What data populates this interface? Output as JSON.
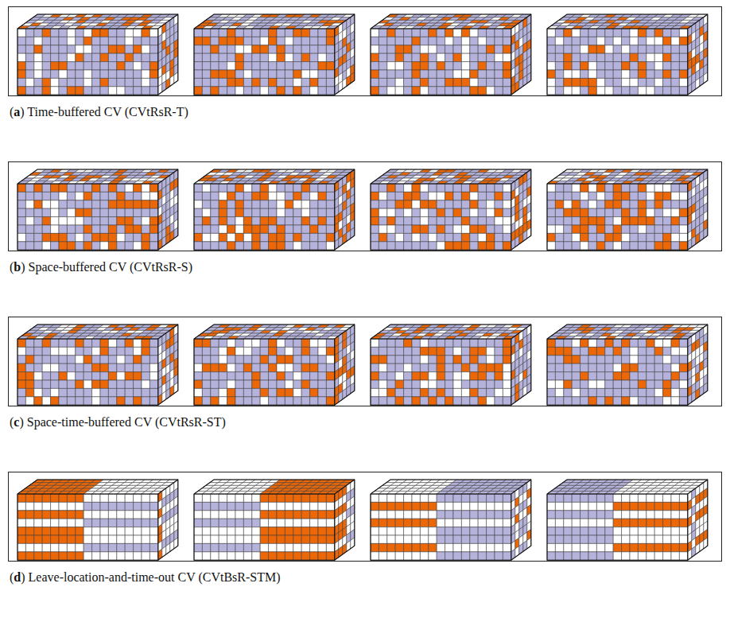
{
  "diagram": {
    "labels": [
      "(a) Time-buffered CV (CVtRsR-T)",
      "(b) Space-buffered CV (CVtRsR-S)",
      "(c) Space-time-buffered CV (CVtRsR-ST)",
      "(d) Leave-location-and-time-out CV (CVtBsR-STM)"
    ]
  }
}
